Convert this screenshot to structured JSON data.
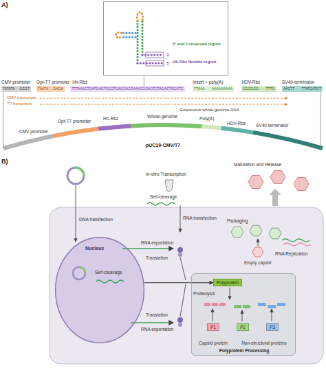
{
  "diagram": {
    "nodes": [
      {
        "text": [
          "5' end Conserved region",
          "Hh-Rbz flexible region"
        ]
      },
      {
        "text": [
          "CMV promoter",
          "TATATA · · CCGT"
        ]
      },
      {
        "text": [
          "Opt-T7 promoter",
          "TAATA · · GAGA"
        ]
      },
      {
        "text": [
          "Hh-Rbz",
          "TTTAAACTGATGAGTCCGTGAGGACGAAACGGAGTCTAGACTCCGTC"
        ]
      },
      {
        "text": [
          "Insert + poly(A)",
          "TTAAA · · · AAAAAAAAA"
        ]
      },
      {
        "text": [
          "HDV-Rbz",
          "GGCCGG · · · TTTG"
        ]
      },
      {
        "text": [
          "SV40-terminator",
          "AACTT · · · TTATCATGT"
        ]
      },
      {
        "text": [
          "pUC19-CMV/T7"
        ]
      },
      {
        "text": [
          "Nucleus",
          "Self-cleavage"
        ]
      },
      {
        "text": [
          "Capsid protein",
          "Non-structural proteins",
          "Polyprotein Processing"
        ]
      },
      {
        "text": [
          "Polyprotein"
        ],
        "in": 9
      },
      {
        "text": [
          "P1"
        ],
        "in": 9
      },
      {
        "text": [
          "P2"
        ],
        "in": 9
      },
      {
        "text": [
          "P3"
        ],
        "in": 9
      }
    ],
    "edges": [
      {
        "from": 0,
        "to": 3,
        "arrow": "none"
      },
      {
        "from": 1,
        "to": 7,
        "arrow": "none"
      },
      {
        "from": 6,
        "to": 7,
        "arrow": "none"
      },
      {
        "from": 8,
        "to": 10,
        "arrow": "to"
      }
    ],
    "labels": [
      "A)",
      "3'",
      "5'",
      "CMV transcripts",
      "T7 transcripts",
      "Enterovirus whole-genome RNA",
      "CMV promoter",
      "Opt-T7 promoter",
      "Hh-Rbz",
      "Whole-genome",
      "Poly(A)",
      "HDV-Rbz",
      "SV40-terminator",
      "B)",
      "In-vitro Transcription",
      "Self-cleavage",
      "Maturation and Release",
      "DNA transfection",
      "RNA transfection",
      "Packaging",
      "RNA exportation",
      "Empty capsid",
      "RNA Replication",
      "Translation",
      "Proteolysis",
      "Translation",
      "RNA exportation"
    ]
  }
}
